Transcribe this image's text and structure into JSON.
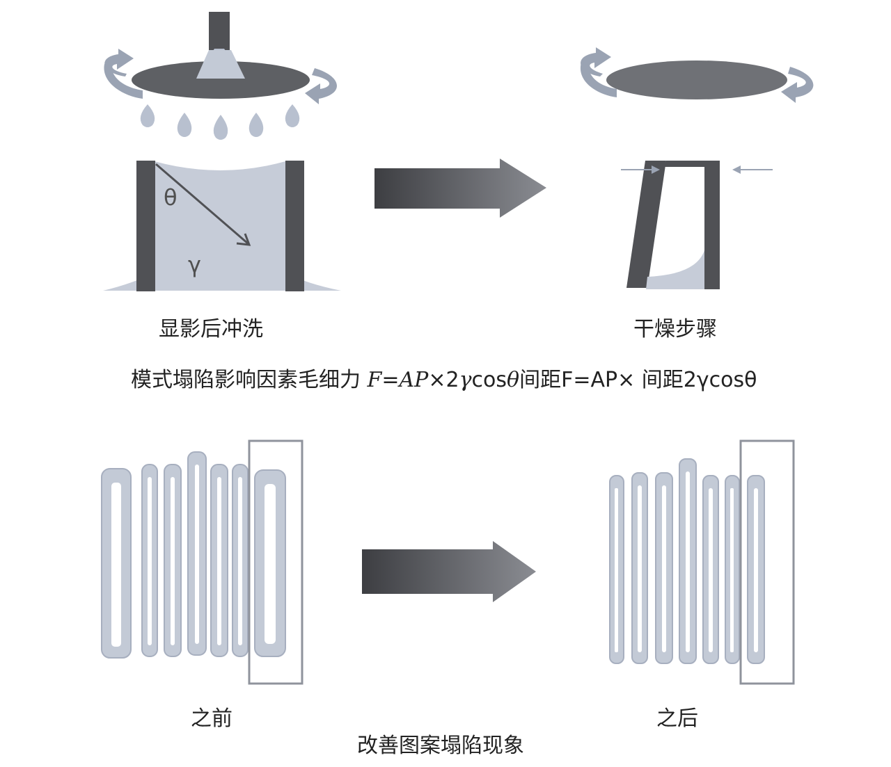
{
  "labels": {
    "rinse_step": "显影后冲洗",
    "dry_step": "干燥步骤",
    "before": "之前",
    "after": "之后",
    "caption": "改善图案塌陷现象"
  },
  "formula": {
    "prefix": "模式塌陷影响因素毛细力 ",
    "math_a": "F",
    "math_b": "=",
    "math_c": "AP",
    "math_d": "×2",
    "math_e": "γ",
    "math_f": "cos",
    "math_g": "θ",
    "text_1": "间距",
    "text_2": "F=AP×",
    "text_3": " 间距",
    "text_4": "2γcosθ"
  },
  "symbols": {
    "theta": "θ",
    "gamma": "γ"
  },
  "colors": {
    "dark_gray": "#4a4b4f",
    "medium_gray": "#6f7176",
    "light_blue_gray": "#b8c0cf",
    "outline_gray": "#8f939c"
  },
  "icons": [
    "rotation-arrow-icon",
    "spray-nozzle-icon",
    "droplet-icon",
    "process-arrow-icon",
    "pressure-arrow-icon"
  ]
}
